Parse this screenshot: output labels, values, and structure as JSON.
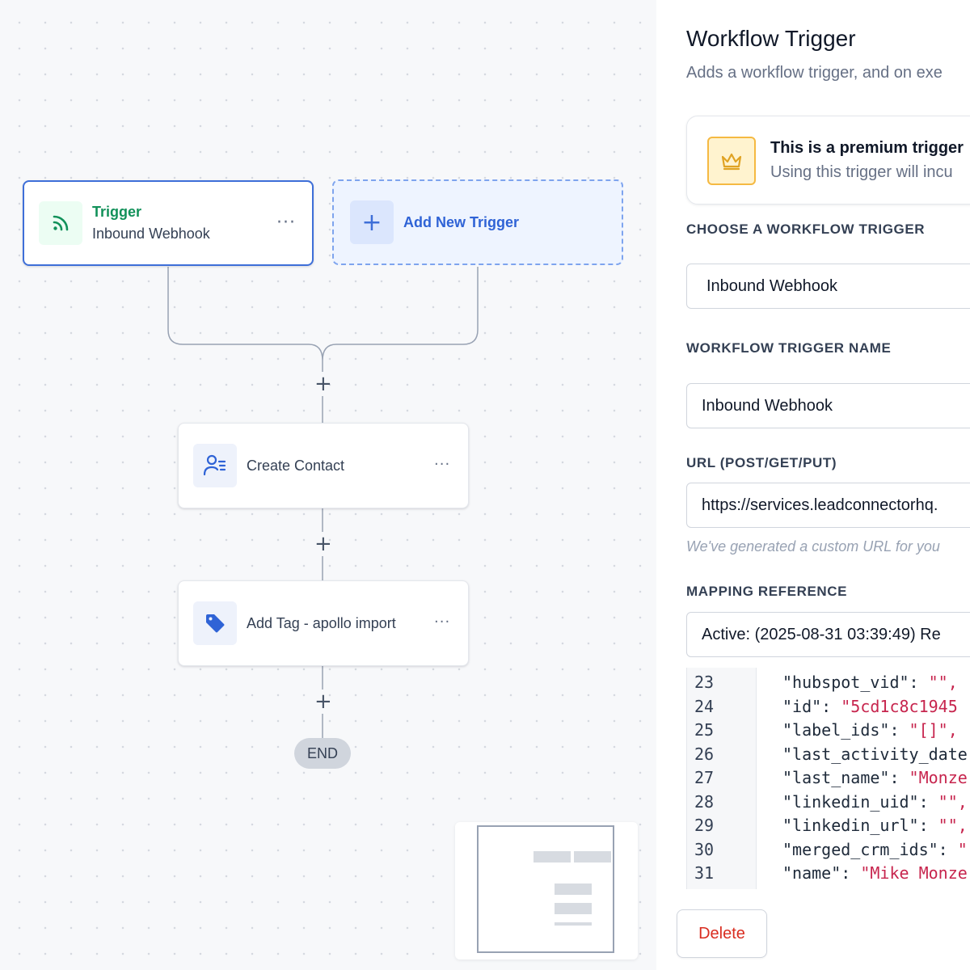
{
  "canvas": {
    "trigger_node": {
      "title": "Trigger",
      "subtitle": "Inbound Webhook",
      "menu": "···"
    },
    "add_trigger": {
      "icon": "+",
      "label": "Add New Trigger"
    },
    "steps": [
      {
        "label": "Create Contact",
        "menu": "···"
      },
      {
        "label": "Add Tag - apollo import",
        "menu": "···"
      }
    ],
    "add_step_glyph": "+",
    "end_label": "END"
  },
  "panel": {
    "title": "Workflow Trigger",
    "description": "Adds a workflow trigger, and on exe",
    "premium": {
      "title": "This is a premium trigger",
      "subtitle": "Using this trigger will incu"
    },
    "choose_trigger": {
      "label": "CHOOSE A WORKFLOW TRIGGER",
      "value": "Inbound Webhook"
    },
    "trigger_name": {
      "label": "WORKFLOW TRIGGER NAME",
      "value": "Inbound Webhook"
    },
    "url": {
      "label": "URL (POST/GET/PUT)",
      "value": "https://services.leadconnectorhq.",
      "hint": "We've generated a custom URL for you"
    },
    "mapping": {
      "label": "MAPPING REFERENCE",
      "value": "Active: (2025-08-31 03:39:49) Re"
    },
    "code_lines": [
      {
        "num": "23",
        "key": "\"hubspot_vid\": ",
        "value": "\"\","
      },
      {
        "num": "24",
        "key": "\"id\": ",
        "value": "\"5cd1c8c1945"
      },
      {
        "num": "25",
        "key": "\"label_ids\": ",
        "value": "\"[]\","
      },
      {
        "num": "26",
        "key": "\"last_activity_date",
        "value": ""
      },
      {
        "num": "27",
        "key": "\"last_name\": ",
        "value": "\"Monze"
      },
      {
        "num": "28",
        "key": "\"linkedin_uid\": ",
        "value": "\"\","
      },
      {
        "num": "29",
        "key": "\"linkedin_url\": ",
        "value": "\"\","
      },
      {
        "num": "30",
        "key": "\"merged_crm_ids\": ",
        "value": "\""
      },
      {
        "num": "31",
        "key": "\"name\": ",
        "value": "\"Mike Monze"
      }
    ],
    "delete_label": "Delete"
  },
  "colors": {
    "accent_blue": "#3e6fd8",
    "trigger_green": "#12915a",
    "premium_yellow": "#f5b942",
    "danger_red": "#d92d20",
    "code_string": "#c7254e"
  },
  "icons": {
    "trigger": "webhook-rss-icon",
    "add_trigger": "plus-icon",
    "create_contact": "contact-list-icon",
    "add_tag": "tag-icon",
    "premium": "crown-icon"
  }
}
